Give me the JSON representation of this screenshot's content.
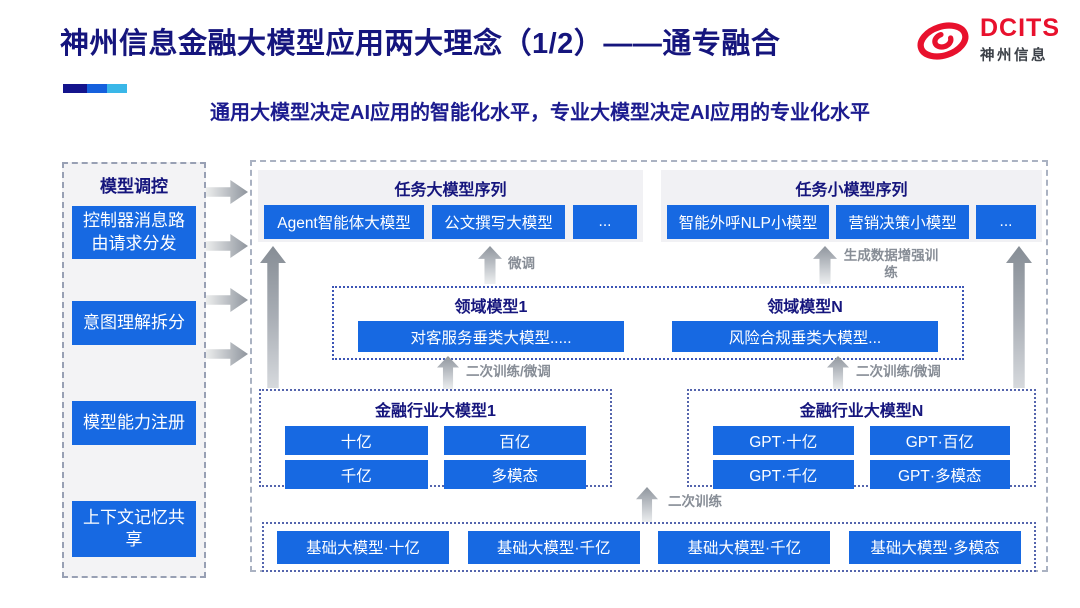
{
  "header": {
    "title": "神州信息金融大模型应用两大理念（1/2）——通专融合",
    "subtitle": "通用大模型决定AI应用的智能化水平，专业大模型决定AI应用的专业化水平",
    "logo": {
      "brand": "DCITS",
      "brand_cn": "神州信息"
    }
  },
  "sidebar": {
    "title": "模型调控",
    "items": [
      {
        "label": "控制器消息路由请求分发"
      },
      {
        "label": "意图理解拆分"
      },
      {
        "label": "模型能力注册"
      },
      {
        "label": "上下文记忆共享"
      }
    ]
  },
  "main": {
    "task_large_models": {
      "title": "任务大模型序列",
      "items": [
        "Agent智能体大模型",
        "公文撰写大模型",
        "..."
      ]
    },
    "task_small_models": {
      "title": "任务小模型序列",
      "items": [
        "智能外呼NLP小模型",
        "营销决策小模型",
        "..."
      ]
    },
    "flow_labels": {
      "finetune": "微调",
      "gen_data_training": "生成数据增强训练",
      "retrain_finetune_left": "二次训练/微调",
      "retrain_finetune_right": "二次训练/微调",
      "retrain": "二次训练"
    },
    "domain_models": [
      {
        "title": "领域模型1",
        "model": "对客服务垂类大模型....."
      },
      {
        "title": "领域模型N",
        "model": "风险合规垂类大模型..."
      }
    ],
    "industry_models": [
      {
        "title": "金融行业大模型1",
        "items": [
          "十亿",
          "百亿",
          "千亿",
          "多模态"
        ]
      },
      {
        "title": "金融行业大模型N",
        "items": [
          "GPT·十亿",
          "GPT·百亿",
          "GPT·千亿",
          "GPT·多模态"
        ]
      }
    ],
    "base_models": [
      "基础大模型·十亿",
      "基础大模型·千亿",
      "基础大模型·千亿",
      "基础大模型·多模态"
    ]
  },
  "colors": {
    "accent_blue": "#1769e2",
    "title_navy": "#15157d",
    "brand_red": "#e8112d",
    "accent_bar": [
      "#14148c",
      "#1560dd",
      "#3ab7e8"
    ]
  }
}
